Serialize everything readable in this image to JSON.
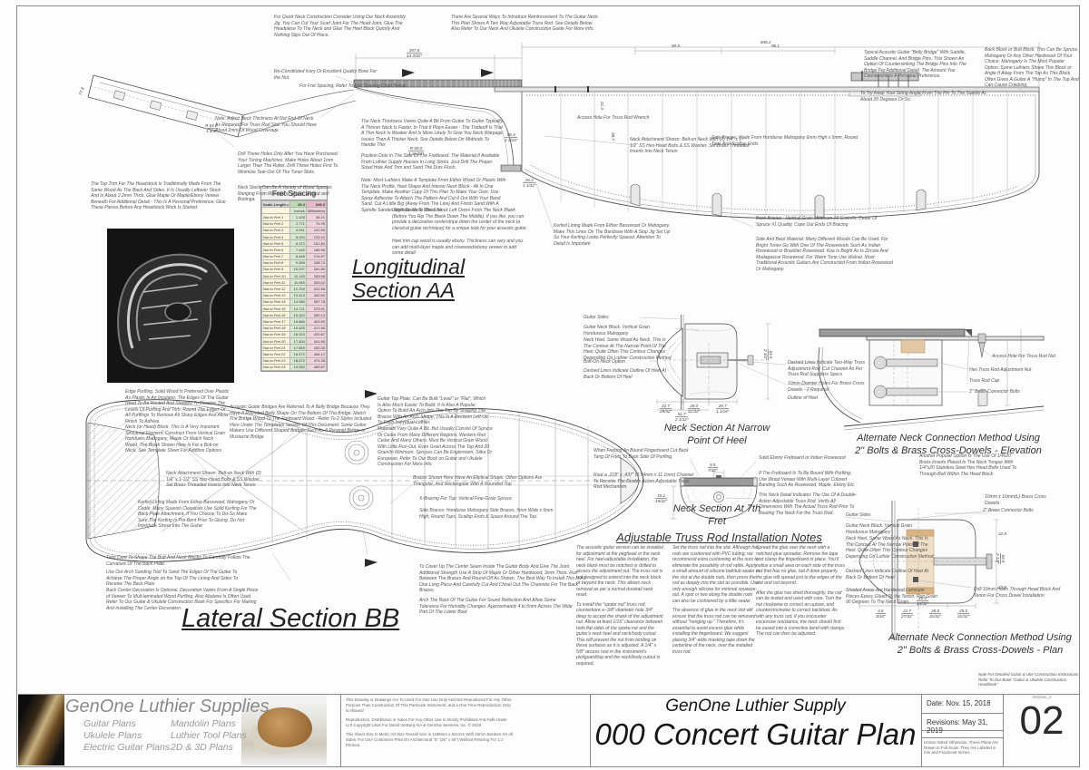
{
  "sheet": {
    "number": "02",
    "file_code": "000plan_2",
    "date_label": "Date: Nov. 15, 2018",
    "revisions_label": "Revisions: May 31, 2019",
    "scale_note": "Unless Noted Otherwise, These Plans Are Drawn to Full Scale. They Are Labeled in mm and Fractional Inches",
    "title_company": "GenOne Luthier Supply",
    "title_main": "000 Concert Guitar Plan",
    "book_note": "Note For Detailed Guitar & Uke Construction Instructions Refer To Our Book \"Guitar & Ukulele Construction Handbook\""
  },
  "logo": {
    "name": "GenOne Luthier Supplies",
    "products": {
      "a": "Guitar Plans",
      "b": "Ukulele Plans",
      "c": "Electric Guitar Plans",
      "d": "Mandolin Plans",
      "e": "Luthier Tool Plans",
      "f": "2D & 3D Plans"
    }
  },
  "legal": {
    "p1": "This Drawing or Drawings Are To Used For One Use Only And Not Reproduced For Any Other Purpose Than Construction Of This Particular Instrument, and a One Time Reproduction Only is Allowed",
    "p2": "Reproduction, Distribution or Sales For Any Other Use Is Strictly Prohibited And Falls Under U.S Copyright Laws For David VerBurg AIA & GenOne Services, Inc. © 2019",
    "p3": "This Sheet Size Is Metric A0 Size Overall Size is 1189mm x 841mm With 15mm Borders On All Sides. For USA Customers Print On Architectural \"E\" (36\" x 48\") Without Resizing For 1:1 Printout."
  },
  "section_titles": {
    "longitudinal_1": "Longitudinal",
    "longitudinal_2": "Section AA",
    "lateral": "Lateral Section BB",
    "neck_narrow_1": "Neck Section At Narrow",
    "neck_narrow_2": "Point Of Heel",
    "neck_7th_1": "Neck Section At 7th",
    "neck_7th_2": "Fret",
    "truss_notes": "Adjustable Truss Rod Installation Notes",
    "alt_elev_1": "Alternate Neck Connection Method Using",
    "alt_elev_2": "2\" Bolts & Brass Cross-Dowels - Elevation",
    "alt_plan_1": "Alternate Neck Connection Method Using",
    "alt_plan_2": "2\" Bolts & Brass Cross-Dowels - Plan"
  },
  "fret_table": {
    "title": "Fret Spacing",
    "scale_label": "Scale Length =",
    "scale_in": "25.4",
    "scale_mm": "645.2",
    "col_in": "Inches",
    "col_mm": "Millimeters",
    "rows": [
      {
        "label": "Nut to Fret 1",
        "in": "1.426",
        "mm": "36.21"
      },
      {
        "label": "Nut to Fret 2",
        "in": "2.771",
        "mm": "70.39"
      },
      {
        "label": "Nut to Fret 3",
        "in": "4.041",
        "mm": "102.65"
      },
      {
        "label": "Nut to Fret 4",
        "in": "5.240",
        "mm": "133.10"
      },
      {
        "label": "Nut to Fret 5",
        "in": "6.372",
        "mm": "161.84"
      },
      {
        "label": "Nut to Fret 6",
        "in": "7.440",
        "mm": "188.96"
      },
      {
        "label": "Nut to Fret 7",
        "in": "8.448",
        "mm": "214.57"
      },
      {
        "label": "Nut to Fret 8",
        "in": "9.399",
        "mm": "238.74"
      },
      {
        "label": "Nut to Fret 9",
        "in": "10.297",
        "mm": "261.55"
      },
      {
        "label": "Nut to Fret 10",
        "in": "11.145",
        "mm": "283.08"
      },
      {
        "label": "Nut to Fret 11",
        "in": "11.945",
        "mm": "303.42"
      },
      {
        "label": "Nut to Fret 12",
        "in": "12.700",
        "mm": "322.58"
      },
      {
        "label": "Nut to Fret 13",
        "in": "13.413",
        "mm": "340.69"
      },
      {
        "label": "Nut to Fret 14",
        "in": "14.086",
        "mm": "357.78"
      },
      {
        "label": "Nut to Fret 15",
        "in": "14.721",
        "mm": "373.91"
      },
      {
        "label": "Nut to Fret 16",
        "in": "15.320",
        "mm": "389.13"
      },
      {
        "label": "Nut to Fret 17",
        "in": "15.886",
        "mm": "403.50"
      },
      {
        "label": "Nut to Fret 18",
        "in": "16.420",
        "mm": "417.06"
      },
      {
        "label": "Nut to Fret 19",
        "in": "16.924",
        "mm": "429.87"
      },
      {
        "label": "Nut to Fret 20",
        "in": "17.400",
        "mm": "441.95"
      },
      {
        "label": "Nut to Fret 21",
        "in": "17.849",
        "mm": "453.35"
      },
      {
        "label": "Nut to Fret 22",
        "in": "18.272",
        "mm": "464.12"
      },
      {
        "label": "Nut to Fret 23",
        "in": "18.672",
        "mm": "474.28"
      },
      {
        "label": "Nut to Fret 24",
        "in": "19.050",
        "mm": "483.87"
      }
    ]
  },
  "notes": {
    "quick_neck": "For Quick Neck Construction Consider Using Our Neck Assembly Jig. You Can Cut Your Scarf Joint For The Head Joint, Glue The Headpiece To The Neck and Glue The Heel Block Quickly And Nothing Slips Out Of Place.",
    "truss_ways": "There Are Several Ways To Introduce Reinforcement To The Guitar Neck. This Plan Shows A Two Way Adjustable Truss Rod. See Details Below. Also Refer To Our Neck And Ukulele Construction Guide For More Info.",
    "nut": "Re-Constituted Ivory Or Excellent Quality Bone For the Nut",
    "fret_ref": "For Fret Spacing, Refer To Fret Spacing Chart Below",
    "belly_bridge": "Typical Acoustic Guitar \"Belly Bridge\" With Saddle, Saddle Channel, And Bridge Pins. This Shown An Option Of Countersinking The Bridge Pins Into The Bridge For Additional Detail. The Amount You Countersink Is A Personal Preference.",
    "string_angle": "To Try Keep Your String Angle From The Pin To The Saddle At About 20 Degrees Or So.",
    "back_block": "Back Block or Butt Block. This Can Be Spruce, Mahogany Or Any Other Hardwood Of Your Choice. Mahogany Is The Most Popular Option. Some Luthiers Shave This Block or Angle It Away From The Top As This Block Often Gives A Guitar A \"Hump\" In The Top And Can Cause Cracking.",
    "adjust_neck": "Note: Adjust Neck Thickness At Nut End Of Neck As Required For Truss Rod Slot. You Should Have About 2mm Of Wood Coverage",
    "tuner_holes": "Drill These Holes Only After You Have Purchased Your Tuning Machines. Make Holes About 1mm Larger Than The Roller. Drill These Holes First To Minimize Tear-Out Of The Tuner Slots.",
    "neck_stock": "Neck Stock Can Be A Variety of Wood Species Ranging From Mahogany, Maple, Walnut and Bubinga.",
    "headstock_trim": "The Top Trim For The Headstock Is Traditionally Made From The Same Wood As The Back And Sides. It Is Usually Leftover Stock And Is About 2.2mm Thick. Glue Maple Or Maple/Ebony Veneer Beneath For Additional Detail - This Is A Personal Preference. Glue These Pieces Before Any Headstock Work Is Started.",
    "neck_thickness": "The Neck Thickness Varies Quite A Bit From Guitar To Guitar Typically A Thinner Neck Is Faster, In That It Plays Easier - The Tradeoff Is That A Thin Neck Is Weaker And Is More Likely To Give You Neck Warpage Issues Than A Thicker Neck. See Details Below On Methods To Handle This",
    "position_dots": "Position Dots In The Side Of The Fretboard. The Material If Available From Luthier Supply Houses In Long Sticks. Just Drill The Proper Sized Hole And Trim and Sand The Dots Flush.",
    "template": "Note: Most Luthiers Make A Template From Either Wood Or Plastic With The Neck Profile, Heel Shape And Interior Neck Block - All In One Template. Make Another Copy Of This Plan To Make Your Own. Use Spray Adhesive To Attach The Pattern And Cut It Out With Your Band Sand. Cut A Little Big (Away From The Line) And Finish Sand With A Spindle Sander Right Down To The Line",
    "laminate": "Laminate Neck Wood Stock Left Overs From The Neck Blank (Before You Rip The Blank Down The Middle). If you like, you can provide a decorative centerstripe down the center of the neck (a classical guitar technique) for a unique look for your acoustic guitar.",
    "heel_cap": "Heel trim cap wood is usually ebony. Thickness can vary and you can add multi-layer maple and rosewood/ebony veneer to add some detail.",
    "kerfed_long": "Kerfed Lining Made From Either Basswood Or Mahogany. Make This Lines On The Bandsaw With A Stop Jig Set Up So Your Kerfing Looks Perfectly Spaced. Attention To Detail Is Important",
    "access_wrench": "Access Hole For Truss Rod Wrench",
    "neck_attach": "Neck Attachment Shown: Bolt-on Neck With (2) 1/4\" x 1-1/2\" SS Hex-Head Bolts & SS Washer. Set Brass Threaded Inserts Into Neck Tenon",
    "side_braces_long": "Side Braces: Made From Honduras Mahogany 6mm High x 5mm, Round Tops And Scallop Ends",
    "back_braces": "Back Braces - Vertical Grain Minimum 20 Grain/In, Cedar Or Spruce #1 Quality. Cope Out Ends Of Bracing",
    "side_back_material": "Side And Back Material: Many Different Woods Can Be Used. For Bright Tones Go With One Of The Rosewoods Such As Indian Rosewood or Brazilian Rosewood. Koa Is Bright As Is Zircote And Madagascar Rosewood. For Warm Tone Use Walnut. Most Traditional Acoustic Guitars Are Constructed From Indian Rosewood Or Mahogany.",
    "edge_purfling": "Edge Purfling. Solid Wood Is Preferred Over Plastic As Plastic Is An Insulator. The Edges Of The Guitar Need To Be Routed And Stepped To Receive The Levels Of Purfling And Trim. Round The Edges Of All Purflings To Remove All Sharp Edges And Allow Finish To Adhere.",
    "head_block": "Neck (or Head) Block. This Is A Very Important Structural Element. Construct From Vertical Grain Hondures Mahogany, Maple Or Match Neck Wood. The Block Shown Here Is For a Bolt-on Neck. See Template Sheet For Addition Options",
    "bridges": "Acoustic Guitar Bridges Are Referred To A Belly Bridge Because They Have A Rounded Belly Shape On The Bottom Of Tha Bridge. Match The Bridge Wood To The Fretboard Wood - Refer To 2 Styles Included Here Under The Templates Section Of This Document. Some Guitar Makers Use Different Shaped Bridges Such As A Pyramid Bridge or Mustache Bridge.",
    "guitar_top": "Guitar Top Plate. Can Be Built \"Level\" or \"Flat\", Which Is Also Much Easier To Build. It Is Also A Popular Option To Build An Arch Into The Top By Shaping The Braces With An Arch Shape. This Is A Decision Left Up To Each Individual Luthier.",
    "materials": "Materials Vary Quite A Bit. But Usually Consist Of Spruce Or Cedar From Many Different Regions. Western Red Cedar And Many Others. Must Be Vertical Grain Wood With Little Run-Out, Even Grain Across The Top And 20 Grain/In Minimum. Spruces Can Be Englemann, Sitka Or European. Refer To Our Book on Guitar and Ukulele Construction For More Info.",
    "neck_attach2": "Neck Attachment Shown: Bolt-on Neck With (2) 1/4\" x 1-1/2\" SS Hex-Head Bolts & SS Washer. Set Brass Threaded Inserts Into Neck Tenon",
    "kerfed_lat": "Kerfed Lining Made From Either Basswood, Mahogany Or Cedar. Many Spanish Classicals Use Solid Kerfing For The Back Plate Attachment. If You Choose To Do-So Make Sure The Kerfing Is Pre-Bent Prior To Gluing. Do Not Introduce Stress Into The Guitar",
    "braces_shape": "Braces Shown Here Have An Eliptical Shape. Other Options Are Triangular, And Rectangular With A Rounded Top",
    "x_bracing": "X-Bracing For Top: Vertical Fine-Grain Spruce",
    "side_braces_lat": "Side Braces: Honduras Mahogany Side Braces, 5mm Wide x 6mm High, Round Tops, Scallop Ends & Space Around The Top.",
    "butt_shape": "Take Care To Shape The Butt And Neck Blocks To Carefully Follow The Curvature Of The Back Plate.",
    "arch_tool": "Use Our Arch Sanding Tool To Sand The Edges Of The Guitar To Achieve The Proper Angle on the Top Of The Lining And Sides To Receive The Back Plate",
    "back_decor": "Back Center Decoration Is Optional. Decoration Varies From A Single Piece of Veneer To Mult-laminated Wood Purfling. Also Abalone Is Often Used. Refer To Our Guitar & Ukulele Construction Book For Specifics For Making And Installing The Center Decoration.",
    "center_seam": "To Cover Up The Center Seam Inside The Guitar Body And Give The Joint Additional Strength Use A Strip Of Maple Or Other Hardwood, 3mm Thick. Run Between The Braces And Round-Off As Shown. The Best Way To Install This Is As One Long Piece And Carefully Cut And Chisel Out The Channels For The Back Braces.",
    "arch_back": "Arch The Back Of The Guitar For Sound Reflection And Allow Some Tolerance For Humidity Changes. Approximately 4 to 6mm Across The Wide Part Of The Lower Bout",
    "guitar_sides": "Guitar Sides",
    "neck_block": "Guitar Neck Block. Vertical Grain Hondurous Mahogany",
    "neck_heel": "Neck Heel. Same Wood As Neck. This Is The Contour At The Narrow Point Of The Heel. Quite Often This Contour Changes Depending On Luthier Construction Method",
    "bolt_on": "Bolt-On Neck Option",
    "dashed_heel": "Dashed Lines Indicate Outline Of Heel At Back Or Bottom Of Heel",
    "dashed_truss": "Dashed Lines Indicate Two-Way Truss Adjustment Rod. Cut Channel As Per Truss Rod Suppliers Specs",
    "dowel_holes": "10mm Diamter Holes For Brass Cross Dowels - 2 Required",
    "outline_heel": "Outline of Heel",
    "fret_cutback": "When Fretting An Bound Fingerboard Cut Back Tang Of Frets To Back Side Of Purfling.",
    "rout_channel": "Rout a .218\" x .437\" (5.54mm x 11.1mm) Channel To Receive The Double Action Adjustable Truss Rod Mechanism.",
    "ebony_board": "Solid Ebony Fretboard or Indian Rosewood",
    "bound_purfling": "If The Fretboard Is To Be Bound With Purfling, Use Wood Veneer With Multi-Layer Colored Banding Such As Rosewood, Maple, Ebony Etc.",
    "neck_detail_truss": "This Neck Detail Indicates The Use Of A Double-Action Adjustable Truss Rod. Verify All Dimensions With The Actual Truss Rod Prior To Routing The Neck For the Truss Rod.",
    "truss_col1a": "The acoustic guitar version can be installed for adjustment at the peghead or the neck heel. For heel-adjustable installation, the neck block must be notched or drilled to access the adjustment nut. The truss rod is not designed to extend into the neck block or beyond the neck. This allows neck removal as per a normal dovetail neck reset.",
    "truss_col1b": "To install the \"spoke nut\" truss rod, counterbore a -3/8\"-diameter hole 3/4\" deep to accept the shank of the adjustment nut. Allow at least 1/16\" clearance between both flat sides of the spoke nut and the guitar's neck heel and neck/body cutout. This will prevent the nut from binding on these surfaces as it is adjusted. A 1/4\" x 5/8\" access rout in the instrument's pickguard/top and the neck/body cutout is required.",
    "truss_col2a": "Set the truss rod into the slot. Although the rods are cushioned with PVC tubing, we recommend extra cushioning at the nuts to eliminate the possibility of rod rattle. Apply a small amount of silicone bathtub sealer in the slot at the double nuts, then press the rod as deeply into the slot as possible. Use only enough silicone for minimal squeeze-out. A spot or two along the double rods can also be cushioned by a little sealer.",
    "truss_col2b": "The absence of glue in the neck slot will ensure that the truss rod can be removed without \"hanging up.\" Therefore, it's essential to avoid excess glue while installing the fingerboard. We suggest placing 3/4\"-wide masking tape down the centerline of the neck, over the installed truss rod.",
    "truss_col3a": "Spread the glue over the neck with a notched glue spreader. Remove the tape and clamp the fingerboard in place. You'll notice a small area on each side of the truss rod that has no glue, but if done properly, the glue will spread just to the edges of the slot and not beyond.",
    "truss_col3b": "After the glue has dried thoroughly, the rod can be tested and used with care. Turn the nut clockwise to correct an upbow, and counterclockwise to correct backbow. As with any truss rod, if you encounter excessive resistance, the neck should first be eased into a corrective bend with clamps. The rod can then be adjusted.",
    "access_nut": "Access Hole For Truss Rod Nut",
    "hex_nut": "Hex Truss Rod  Adjustment Nut",
    "truss_cap": "Truss Rod Cap",
    "brass_bolts": "2\" Brass Connector Bolts",
    "brass_inserts": "Another Popular Option Is The Use Of 1/4x20 Brass Inserts Placed In The Neck Tongue With 1/4\"x20 Stainless Steel Hex Head Bolts Used To Through-Bolt Within The Head Block",
    "shaded_laminate": "Shaded Areas Are Hardwood Laminate Pieces Epoxy Glued To the Tenon. Run Grain 90 Degrees To The Neck Grain",
    "drill_10mm": "Drill 10mm Holes Through Head Block And Tenon For Cross Dowel Installation",
    "cross_dowels": "10mm x 16mm(L) Brass Cross Dowels"
  },
  "dims": {
    "overall": "846.2",
    "neck_len_mm": "357.8",
    "neck_len_in": "14 3/32\"",
    "d905": "90.5",
    "d96": "96.1",
    "r64": "R 64.2",
    "r64in": "1 3/4\"",
    "d778": "77.8",
    "r50": "R 50.0",
    "r50in": "1 31/32\"",
    "d554": "55.4",
    "d554in": "2 3/16\"",
    "d213": "21.3",
    "d387": "38.7",
    "d263": "26.3",
    "d263in": "1 1/32\"",
    "n227": "22.7",
    "n227in": "29/32\"",
    "n250": "25.0",
    "n250in": "31/32\"",
    "n267": "26.7",
    "n267in": "1 1/16\"",
    "n517": "51.7",
    "n517in": "2 1/32\"",
    "n635": "63.5",
    "n635in": "2 1/2\"",
    "f55": "5.5",
    "f55in": "7/32\"",
    "f151": "15.1",
    "f151in": "19/32\"",
    "p46": "4.6",
    "p46in": "3/16\"",
    "p217": "21.7",
    "p217in": "27/32\"",
    "p250a": "25.0",
    "p250ain": "31/32\"",
    "p250b": "25.0",
    "p250bin": "31/32\"",
    "p100": "10.0",
    "p100in": "13/32\"",
    "p228a": "22.8",
    "p228b": "22.8"
  }
}
